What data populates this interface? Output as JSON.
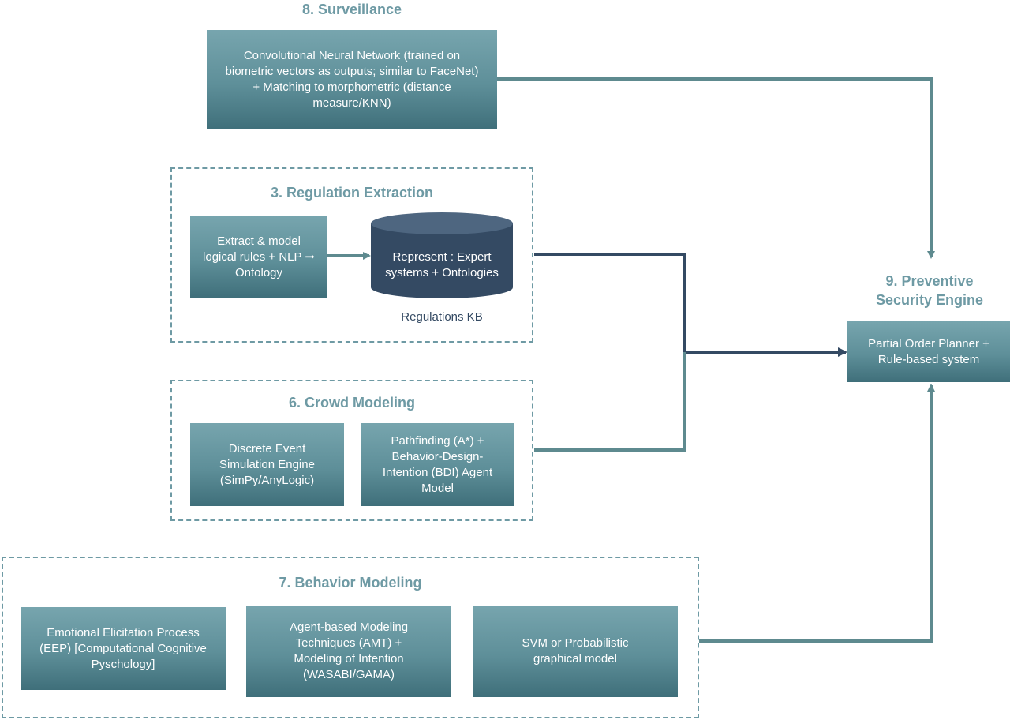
{
  "surveillance": {
    "title": "8. Surveillance",
    "box": "Convolutional Neural Network (trained on biometric vectors as outputs; similar to FaceNet) + Matching to morphometric (distance measure/KNN)"
  },
  "regulation": {
    "title": "3. Regulation Extraction",
    "extract_box": "Extract & model logical rules + NLP ➞ Ontology",
    "kb_text": "Represent : Expert systems + Ontologies",
    "kb_caption": "Regulations KB"
  },
  "crowd": {
    "title": "6. Crowd Modeling",
    "des_box": "Discrete Event Simulation Engine (SimPy/AnyLogic)",
    "path_box": "Pathfinding (A*) + Behavior-Design-Intention (BDI) Agent Model"
  },
  "behavior": {
    "title": "7. Behavior Modeling",
    "eep_box": "Emotional Elicitation Process (EEP) [Computational Cognitive Pyschology]",
    "amt_box": "Agent-based Modeling Techniques (AMT) + Modeling of Intention (WASABI/GAMA)",
    "svm_box": "SVM or Probabilistic graphical model"
  },
  "engine": {
    "title": "9. Preventive Security Engine",
    "box": "Partial Order Planner + Rule-based system"
  },
  "colors": {
    "teal_title": "#6e9aa4",
    "teal_line": "#5e8a8f",
    "navy": "#344a63"
  }
}
